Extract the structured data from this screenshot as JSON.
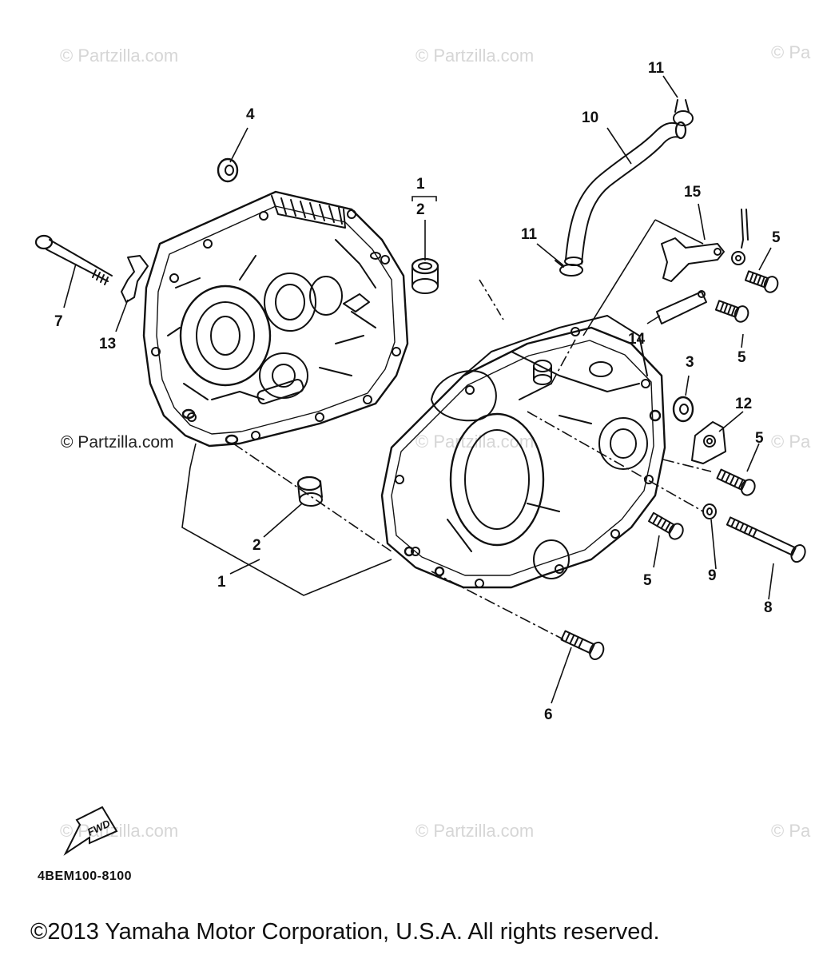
{
  "watermark_text": "© Partzilla.com",
  "watermark_partial": "© Pa",
  "fwd_label": "FWD",
  "diagram_code": "4BEM100-8100",
  "copyright": "©2013  Yamaha Motor Corporation, U.S.A. All rights reserved.",
  "callouts": {
    "c1_top": "1",
    "c2_top": "2",
    "c4": "4",
    "c7": "7",
    "c13": "13",
    "c10": "10",
    "c11_top": "11",
    "c11_mid": "11",
    "c15": "15",
    "c5_a": "5",
    "c14": "14",
    "c5_b": "5",
    "c3": "3",
    "c12": "12",
    "c5_c": "5",
    "c2_low": "2",
    "c1_low": "1",
    "c5_d": "5",
    "c9": "9",
    "c8": "8",
    "c6": "6"
  },
  "colors": {
    "line": "#111111",
    "watermark": "#d6d6d6"
  }
}
